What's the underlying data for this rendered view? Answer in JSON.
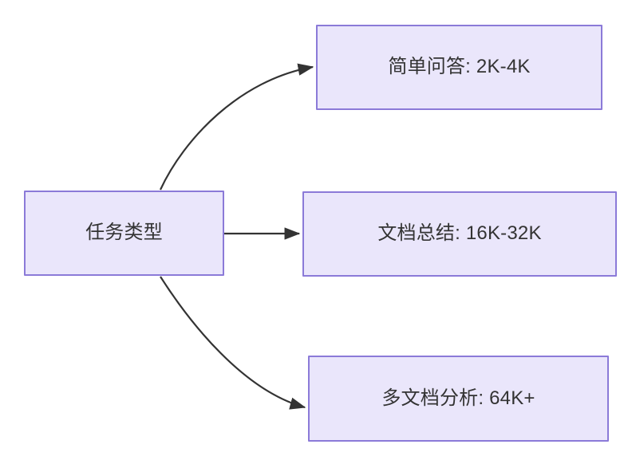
{
  "diagram": {
    "type": "flowchart",
    "direction": "left-to-right",
    "background_color": "#ffffff",
    "node_fill_color": "#eae6fb",
    "node_border_color": "#8b7ad8",
    "text_color": "#333333",
    "edge_color": "#333333",
    "nodes": [
      {
        "id": "source",
        "label": "任务类型",
        "role": "root"
      },
      {
        "id": "simple-qa",
        "label": "简单问答: 2K-4K",
        "role": "leaf"
      },
      {
        "id": "doc-summary",
        "label": "文档总结: 16K-32K",
        "role": "leaf"
      },
      {
        "id": "multi-doc",
        "label": "多文档分析: 64K+",
        "role": "leaf"
      }
    ],
    "edges": [
      {
        "id": "edge-source-to-simple-qa",
        "from": "source",
        "to": "simple-qa",
        "style": "curved",
        "arrow": "end"
      },
      {
        "id": "edge-source-to-doc-summary",
        "from": "source",
        "to": "doc-summary",
        "style": "straight",
        "arrow": "end"
      },
      {
        "id": "edge-source-to-multi-doc",
        "from": "source",
        "to": "multi-doc",
        "style": "curved",
        "arrow": "end"
      }
    ]
  }
}
